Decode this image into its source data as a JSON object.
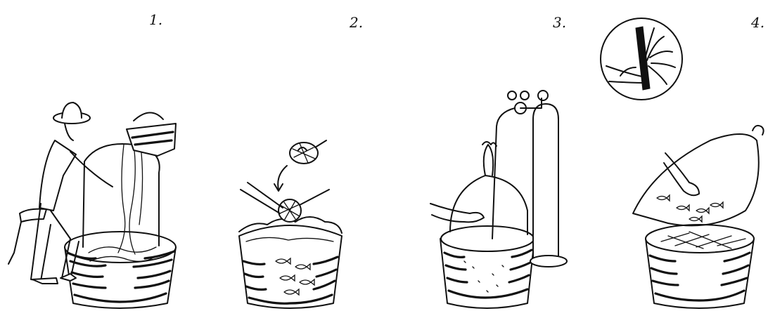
{
  "steps": [
    {
      "number": "1."
    },
    {
      "number": "2."
    },
    {
      "number": "3."
    },
    {
      "number": "4."
    }
  ]
}
